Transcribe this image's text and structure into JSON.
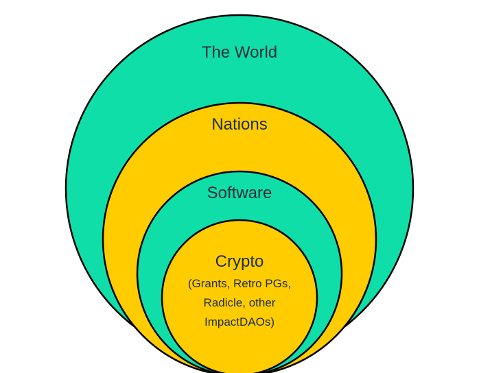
{
  "diagram": {
    "levels": [
      {
        "label": "The World",
        "fill": "#10dea9"
      },
      {
        "label": "Nations",
        "fill": "#ffcc00"
      },
      {
        "label": "Software",
        "fill": "#10dea9"
      },
      {
        "label": "Crypto",
        "fill": "#ffcc00",
        "detail_lines": [
          "(Grants, Retro PGs,",
          "Radicle, other",
          "ImpactDAOs)"
        ]
      }
    ],
    "stroke_color": "#000000"
  }
}
